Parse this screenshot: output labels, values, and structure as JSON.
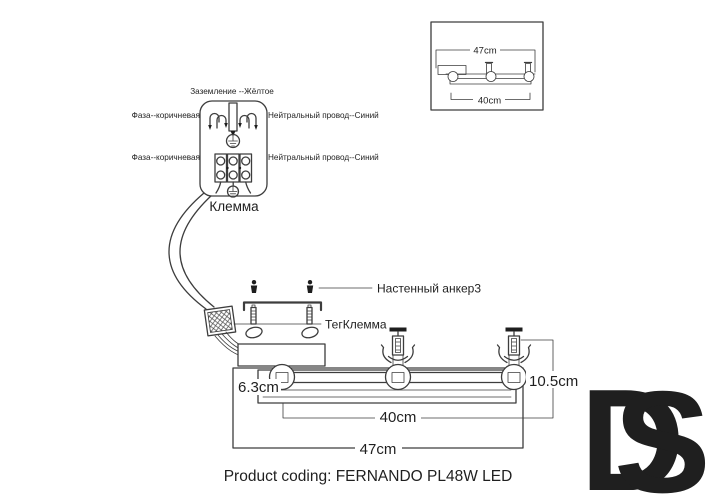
{
  "terminal_block": {
    "label": "Клемма",
    "ground_wire_label": "Заземление --Жёлтое",
    "phase_wire_label_1": "Фаза--коричневая",
    "phase_wire_label_2": "Фаза--коричневая",
    "neutral_wire_label_1": "Нейтральный провод--Синий",
    "neutral_wire_label_2": "Нейтральный провод--Синий"
  },
  "mounting": {
    "wall_anchor_label": "Настенный анкер3",
    "clamp_label": "ТегКлемма"
  },
  "dimensions": {
    "overall_width": "47cm",
    "mount_span": "40cm",
    "bar_height": "6.3cm",
    "head_height": "10.5cm"
  },
  "inset": {
    "overall_width": "47cm",
    "mount_span": "40cm"
  },
  "footer": {
    "product_coding": "Product coding: FERNANDO PL48W LED"
  },
  "logo": {
    "letter_d": "D",
    "letter_s": "S",
    "d_color": "#F4CB66",
    "s_color": "#6FB5E8",
    "outline_color": "#45433F"
  },
  "colors": {
    "line": "#3d3d3d",
    "text": "#1f1f1f",
    "background": "#ffffff"
  }
}
